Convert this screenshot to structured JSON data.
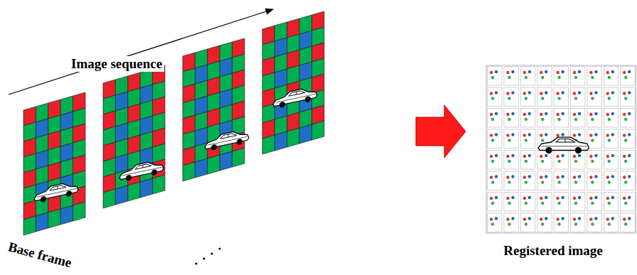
{
  "diagram": {
    "nodes": [
      {
        "text": [
          "Image sequence",
          "Base frame"
        ]
      },
      {
        "text": [
          "Registered image"
        ]
      }
    ],
    "edges": [
      {
        "from": 0,
        "to": 1,
        "arrow": "to"
      }
    ]
  }
}
